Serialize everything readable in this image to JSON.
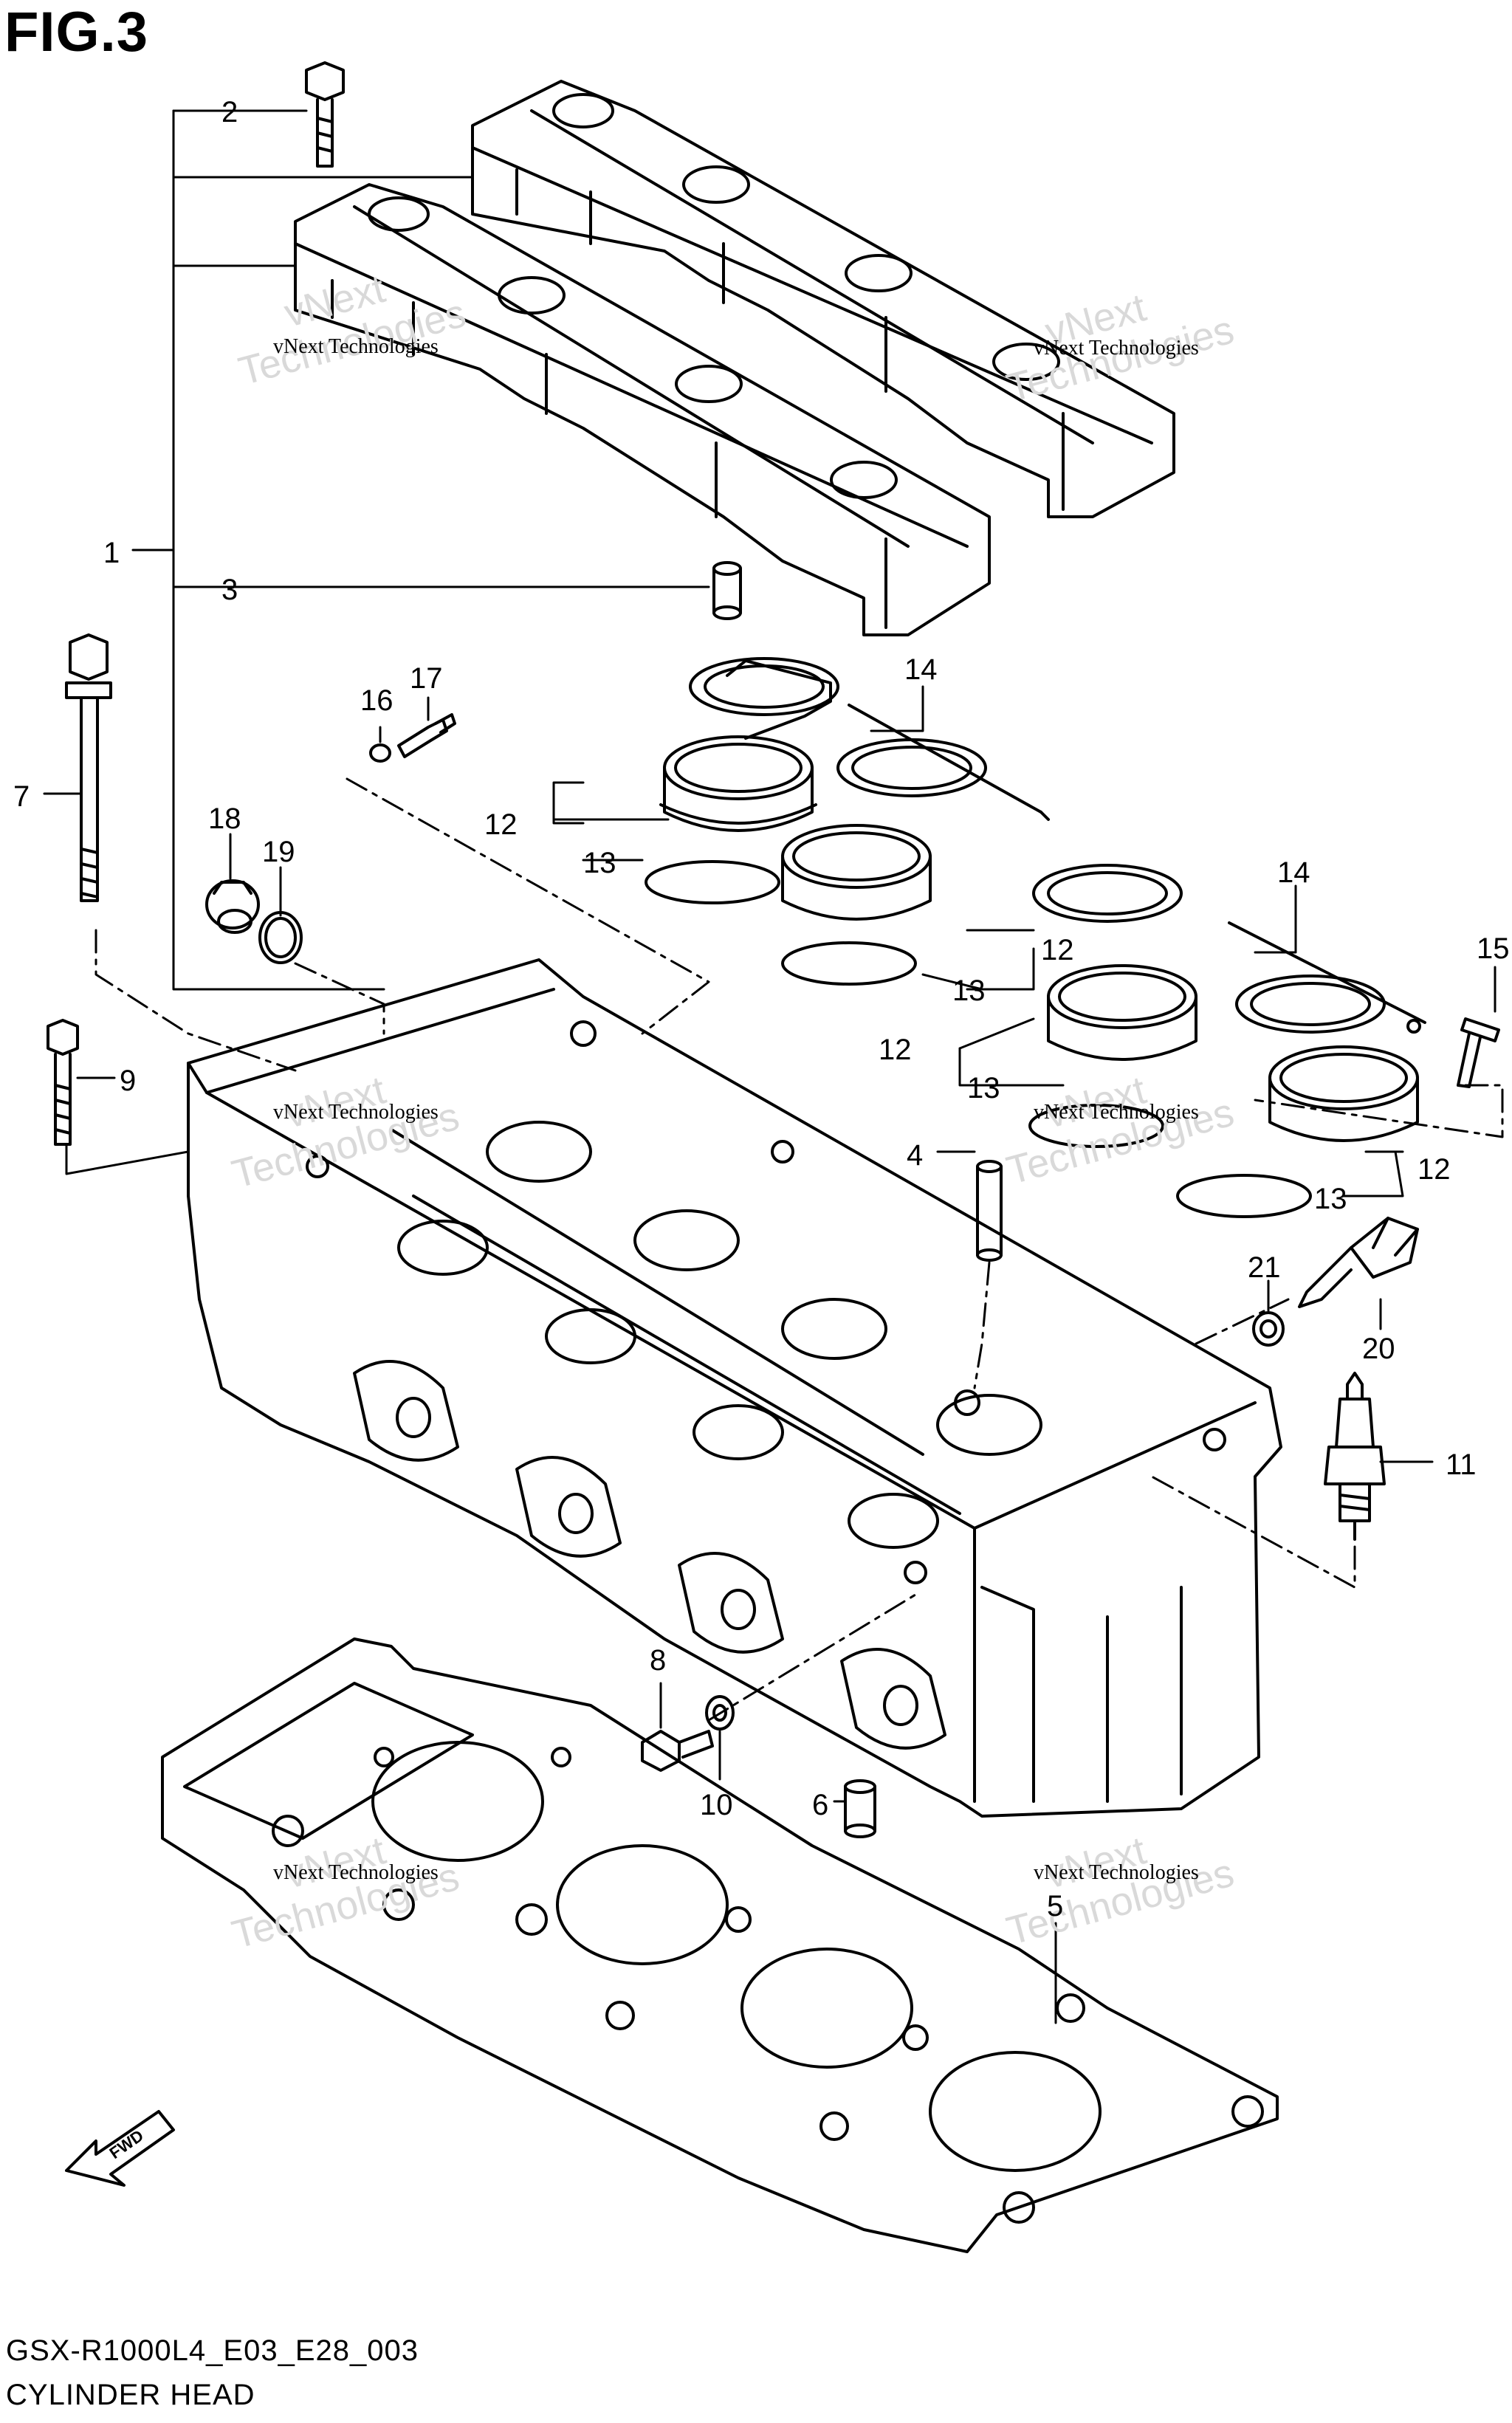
{
  "figure_title": "FIG.3",
  "footer": {
    "code": "GSX-R1000L4_E03_E28_003",
    "name": "CYLINDER HEAD"
  },
  "callouts": [
    "1",
    "2",
    "3",
    "4",
    "5",
    "6",
    "7",
    "8",
    "9",
    "10",
    "11",
    "12",
    "13",
    "14",
    "15",
    "16",
    "17",
    "18",
    "19",
    "20",
    "21"
  ],
  "watermark": {
    "line1": "vNext Technologies",
    "line2a": "vNext",
    "line2b": "Technologies"
  },
  "fwd_label": "FWD"
}
